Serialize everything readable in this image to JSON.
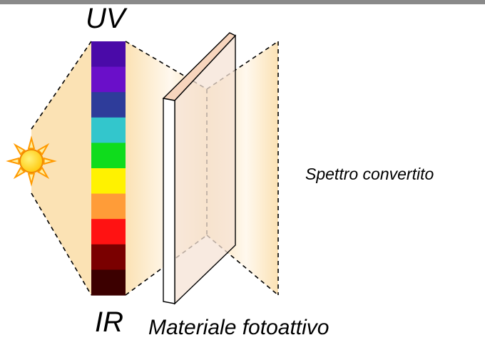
{
  "labels": {
    "uv": "UV",
    "ir": "IR",
    "spectrum_converted": "Spettro convertito",
    "photoactive_material": "Materiale fotoattivo"
  },
  "colors": {
    "top_rule": "#8a8a8a",
    "light_beam": "#fbe2b4",
    "converted_glow": "#fff8ee",
    "panel_face": "#f5e3d6",
    "panel_edge": "#ffffff",
    "sun_core": "#ffd21f",
    "sun_rays": "#ff9a00",
    "spectrum_bands": [
      "#4a0aa8",
      "#6a0fc9",
      "#2e3c9a",
      "#33c6cc",
      "#0fdc1c",
      "#fff200",
      "#ff9c38",
      "#ff1212",
      "#7a0000",
      "#3c0000"
    ]
  },
  "icons": {
    "light_source": "sun-icon"
  }
}
